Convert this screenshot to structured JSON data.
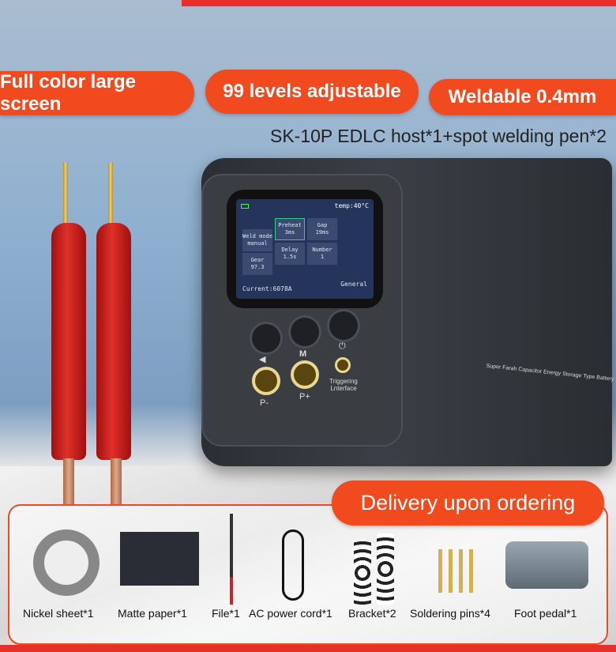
{
  "badges": [
    "Full color large screen",
    "99 levels adjustable",
    "Weldable 0.4mm"
  ],
  "subtitle": "SK-10P EDLC host*1+spot welding pen*2",
  "screen": {
    "temp": "temp:40°C",
    "tiles": [
      "Weld mode\nmanual",
      "Preheat\n3ms",
      "Gap\n19ms",
      "Gear\n97.3",
      "Delay\n1.5s",
      "Number\n1"
    ],
    "current": "Current:6078A",
    "general": "General"
  },
  "device": {
    "port_minus": "P-",
    "port_plus": "P+",
    "mode_label": "M",
    "trigger": "Triggering Lnterface",
    "side_text": "Super Farah Capacitor Energy Storage Type Battery Spot Welding Machine"
  },
  "delivery": {
    "title": "Delivery upon ordering",
    "items": [
      "Nickel sheet*1",
      "Matte paper*1",
      "File*1",
      "AC power cord*1",
      "Bracket*2",
      "Soldering pins*4",
      "Foot pedal*1"
    ]
  },
  "colors": {
    "accent": "#f04a1e",
    "red": "#e8302a"
  }
}
